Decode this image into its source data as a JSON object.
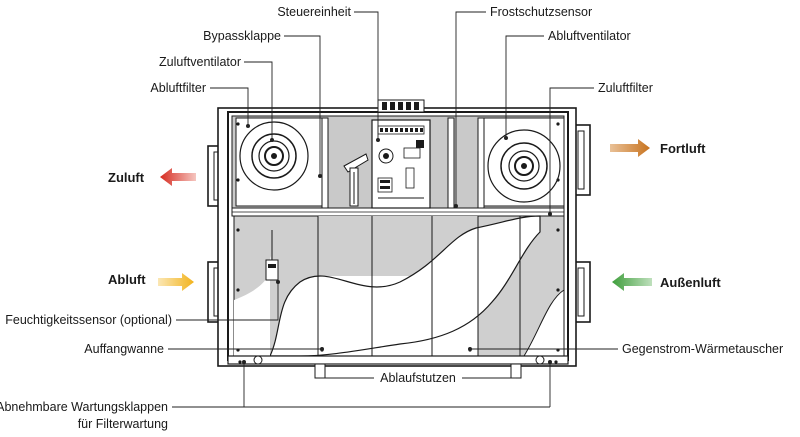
{
  "labels": {
    "steuereinheit": "Steuereinheit",
    "frostschutzsensor": "Frostschutzsensor",
    "bypassklappe": "Bypassklappe",
    "abluftventilator": "Abluftventilator",
    "zuluftventilator": "Zuluftventilator",
    "zuluftfilter": "Zuluftfilter",
    "abluftfilter": "Abluftfilter",
    "feuchtigkeitssensor": "Feuchtigkeitssensor (optional)",
    "auffangwanne": "Auffangwanne",
    "gegenstrom": "Gegenstrom-Wärmetauscher",
    "ablaufstutzen": "Ablaufstutzen",
    "wartungsklappen_line1": "Abnehmbare Wartungsklappen",
    "wartungsklappen_line2": "für Filterwartung"
  },
  "airflows": {
    "zuluft": {
      "label": "Zuluft",
      "color": "#d62b20"
    },
    "abluft": {
      "label": "Abluft",
      "color": "#f2b31c"
    },
    "fortluft": {
      "label": "Fortluft",
      "color": "#c8731f"
    },
    "aussenluft": {
      "label": "Außenluft",
      "color": "#3f9e3c"
    }
  },
  "colors": {
    "panel_gray": "#cfcfcf",
    "outline": "#1a1a1a"
  }
}
